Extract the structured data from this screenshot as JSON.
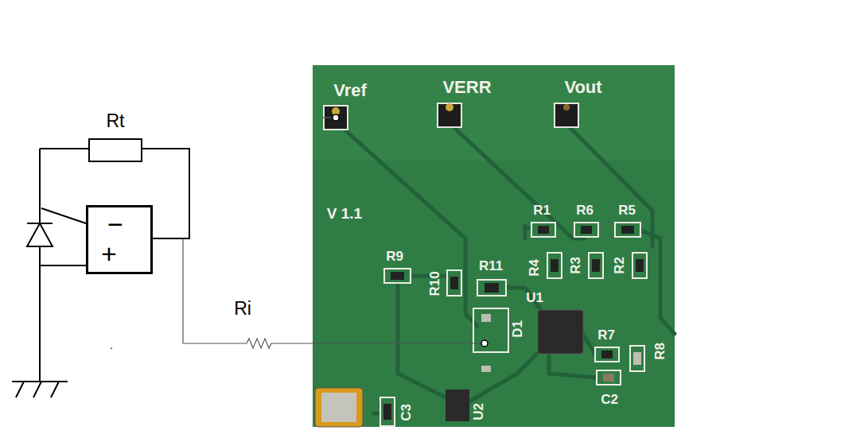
{
  "diagram": {
    "nodes": [
      {
        "text": [
          "−",
          "+"
        ]
      }
    ],
    "labels": [
      "Rt",
      "Vref",
      "VERR",
      "Vout",
      "V 1.1",
      "R1",
      "R6",
      "R5",
      "R9",
      "R10",
      "R11",
      "R4",
      "R3",
      "R2",
      "U1",
      "Ri",
      "D1",
      "R7",
      "R8",
      ".",
      "C2",
      "C3",
      "U2"
    ]
  }
}
